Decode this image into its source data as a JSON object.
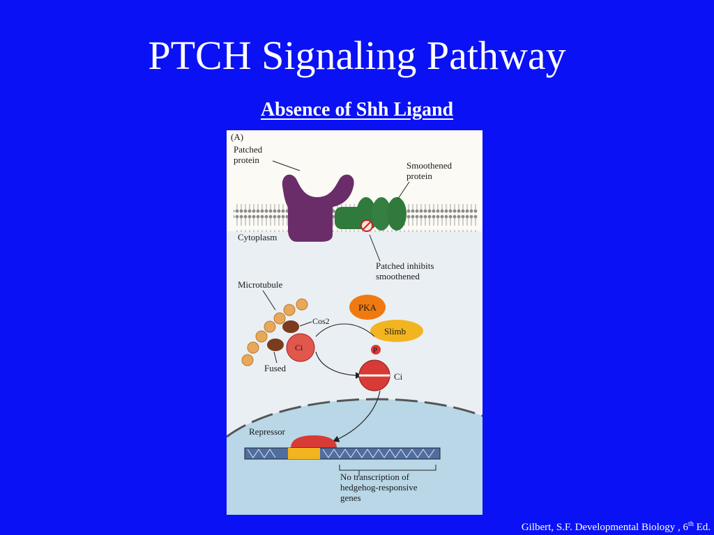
{
  "slide": {
    "title": "PTCH Signaling Pathway",
    "subtitle": "Absence of Shh Ligand"
  },
  "figure": {
    "panel_label": "(A)",
    "patched_label_1": "Patched",
    "patched_label_2": "protein",
    "smoothened_label_1": "Smoothened",
    "smoothened_label_2": "protein",
    "cytoplasm_label": "Cytoplasm",
    "inhibit_label_1": "Patched inhibits",
    "inhibit_label_2": "smoothened",
    "microtubule_label": "Microtubule",
    "cos2_label": "Cos2",
    "ci_label": "Ci",
    "fused_label": "Fused",
    "pka_label": "PKA",
    "slimb_label": "Slimb",
    "p_label": "P",
    "ci_cleaved_label": "Ci",
    "repressor_label": "Repressor",
    "no_transcription_1": "No transcription of",
    "no_transcription_2": "hedgehog-responsive",
    "no_transcription_3": "genes"
  },
  "citation": {
    "text": "Gilbert, S.F.  Developmental Biology , 6",
    "superscript": "th",
    "suffix": " Ed."
  },
  "colors": {
    "background": "#0a12f5",
    "patched": "#6b2d6a",
    "smoothened": "#2f7a3c",
    "pka": "#f07a10",
    "slimb": "#f2b51f",
    "ci": "#d83a36",
    "nucleus": "#b9d7e6"
  }
}
